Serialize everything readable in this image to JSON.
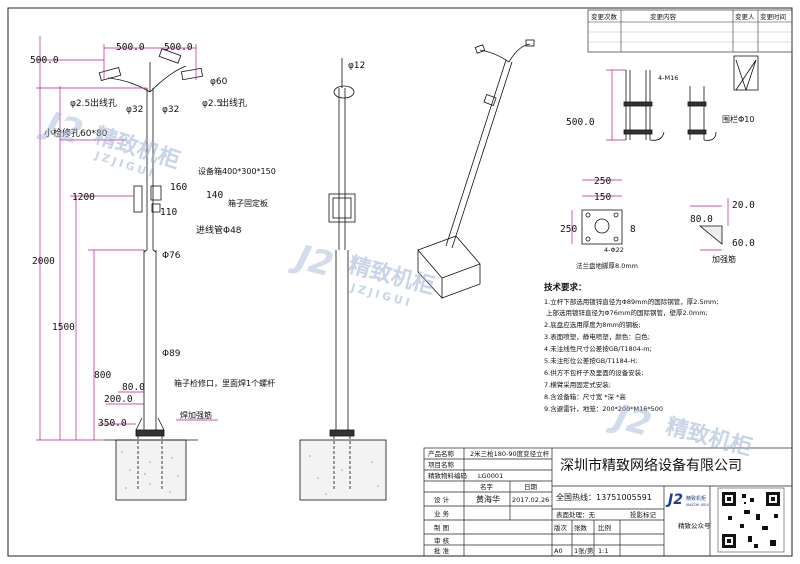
{
  "revision_table": {
    "headers": [
      "变更次数",
      "变更内容",
      "变更人",
      "变更时间"
    ]
  },
  "front_view": {
    "dims": {
      "top_left_500": "500.0",
      "top_right_500": "500.0",
      "vertical_500": "500.0",
      "d60": "φ60",
      "d2_5_left": "φ2.5",
      "outlet_left": "出线孔",
      "d32_left": "φ32",
      "d32_right": "φ32",
      "d2_5_right": "φ2.5",
      "outlet_right": "出线孔",
      "inspection_hole": "小检修孔60*80",
      "box": "设备箱400*300*150",
      "d160": "160",
      "d140": "140",
      "d110": "110",
      "box_plate": "箱子固定板",
      "conduit": "进线管Φ48",
      "h1200": "1200",
      "h2000": "2000",
      "h1500": "1500",
      "h800": "800",
      "d76": "Φ76",
      "d89": "Φ89",
      "repair_hole": "箱子检修口，里面焊1个螺杆",
      "d80": "80.0",
      "d200": "200.0",
      "d350": "350.0",
      "rib": "焊加强筋"
    }
  },
  "side_view": {
    "d12": "φ12"
  },
  "hoop": {
    "v500": "500.0",
    "m16": "4-M16",
    "hoop_label": "围栏Φ10"
  },
  "flange": {
    "d250": "250",
    "d250_2": "250",
    "d150": "150",
    "d8": "8",
    "holes": "4-Φ22",
    "caption": "法兰盘地脚厚8.0mm"
  },
  "rib_detail": {
    "d80": "80.0",
    "d20": "20.0",
    "d60": "60.0",
    "caption": "加强筋"
  },
  "tech_requirements": {
    "title": "技术要求：",
    "items": [
      "1.立杆下部选用镀锌直径为Φ89mm的国际钢管，厚2.5mm;",
      "上部选用镀锌直径为Φ76mm的国际钢管，壁厚2.0mm;",
      "2.底盘应选用厚度为8mm的钢板;",
      "3.表面喷塑，静电喷塑，颜色：白色;",
      "4.未注线性尺寸公差按GB/T1804-m;",
      "5.未注形位公差按GB/T1184-H;",
      "6.供方不包杆子及里面的设备安装;",
      "7.横臂采用固定式安装;",
      "8.含设备箱：尺寸宽 *深 *高",
      "9.含避雷针，地笼：200*200*M16*500"
    ]
  },
  "title_block": {
    "product_name_label": "产品名称",
    "product_name": "2米三枪180-90度变径立杆",
    "project_name_label": "项目名称",
    "material_code_label": "精致物料编码",
    "material_code": "LG0001",
    "col_name": "名字",
    "col_date": "日期",
    "design_label": "设 计",
    "designer": "黄海华",
    "design_date": "2017.02.26",
    "business_label": "业 务",
    "drafter_label": "制 图",
    "review_label": "审 核",
    "approve_label": "批 准",
    "surface_label": "表面处理：无",
    "projection_label": "投影标记",
    "version_label": "版次",
    "scale_label": "比例",
    "qty_label": "张数",
    "version": "A0",
    "sheet": "1张/第",
    "scale": "1:1",
    "company": "深圳市精致网络设备有限公司",
    "hotline": "全国热线：13751005591",
    "logo_text": "精致机柜",
    "logo_sub": "JINGZHI JIGUI",
    "wechat_label": "精致公众号"
  },
  "watermark": {
    "logo": "J2",
    "text": "精致机柜",
    "sub": "JZJIGUI"
  }
}
